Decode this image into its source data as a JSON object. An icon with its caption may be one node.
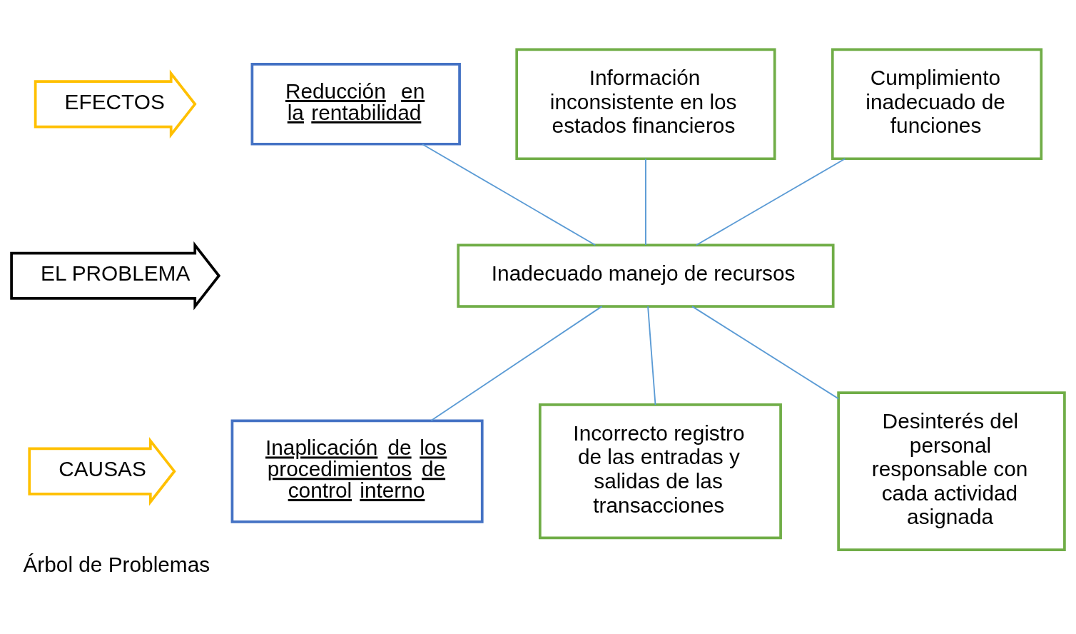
{
  "diagram": {
    "caption": "Árbol de Problemas",
    "nodes": [
      {
        "text": [
          "EFECTOS"
        ]
      },
      {
        "text": [
          "Reducción  en la rentabilidad"
        ]
      },
      {
        "text": [
          "Información inconsistente en los estados financieros"
        ]
      },
      {
        "text": [
          "Cumplimiento inadecuado de funciones"
        ]
      },
      {
        "text": [
          "EL PROBLEMA"
        ]
      },
      {
        "text": [
          "Inadecuado manejo de recursos"
        ]
      },
      {
        "text": [
          "CAUSAS"
        ]
      },
      {
        "text": [
          "Inaplicación de los procedimientos de control interno"
        ]
      },
      {
        "text": [
          "Incorrecto registro de las entradas y salidas de las transacciones"
        ]
      },
      {
        "text": [
          "Desinterés del personal responsable con cada actividad asignada"
        ]
      }
    ],
    "edges": [
      {
        "from": 1,
        "to": 5,
        "arrow": "none"
      },
      {
        "from": 2,
        "to": 5,
        "arrow": "none"
      },
      {
        "from": 3,
        "to": 5,
        "arrow": "none"
      },
      {
        "from": 5,
        "to": 7,
        "arrow": "none"
      },
      {
        "from": 5,
        "to": 8,
        "arrow": "none"
      },
      {
        "from": 5,
        "to": 9,
        "arrow": "none"
      }
    ]
  }
}
